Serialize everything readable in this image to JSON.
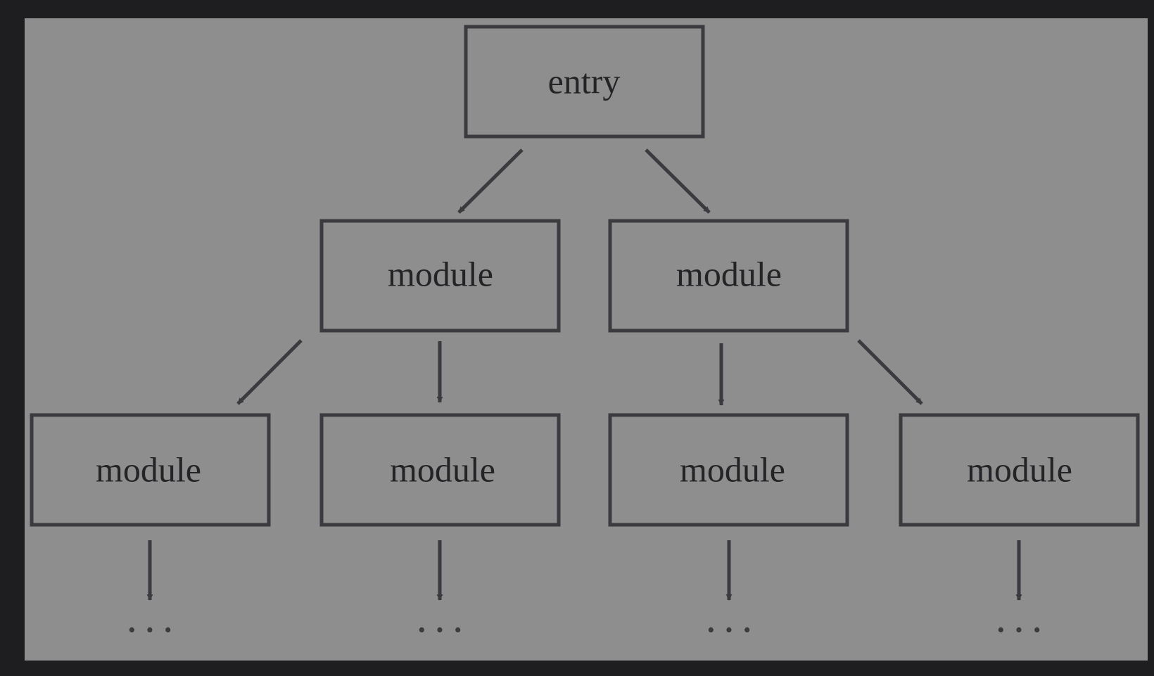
{
  "colors": {
    "page_background": "#1e1e21",
    "canvas_background": "#8e8e8f",
    "stroke": "#3b3b3f",
    "text": "#242427"
  },
  "diagram": {
    "root": {
      "label": "entry"
    },
    "level1": [
      {
        "label": "module"
      },
      {
        "label": "module"
      }
    ],
    "level2": [
      {
        "label": "module"
      },
      {
        "label": "module"
      },
      {
        "label": "module"
      },
      {
        "label": "module"
      }
    ],
    "continuation": [
      {
        "label": "· · ·"
      },
      {
        "label": "· · ·"
      },
      {
        "label": "· · ·"
      },
      {
        "label": "· · ·"
      }
    ]
  }
}
